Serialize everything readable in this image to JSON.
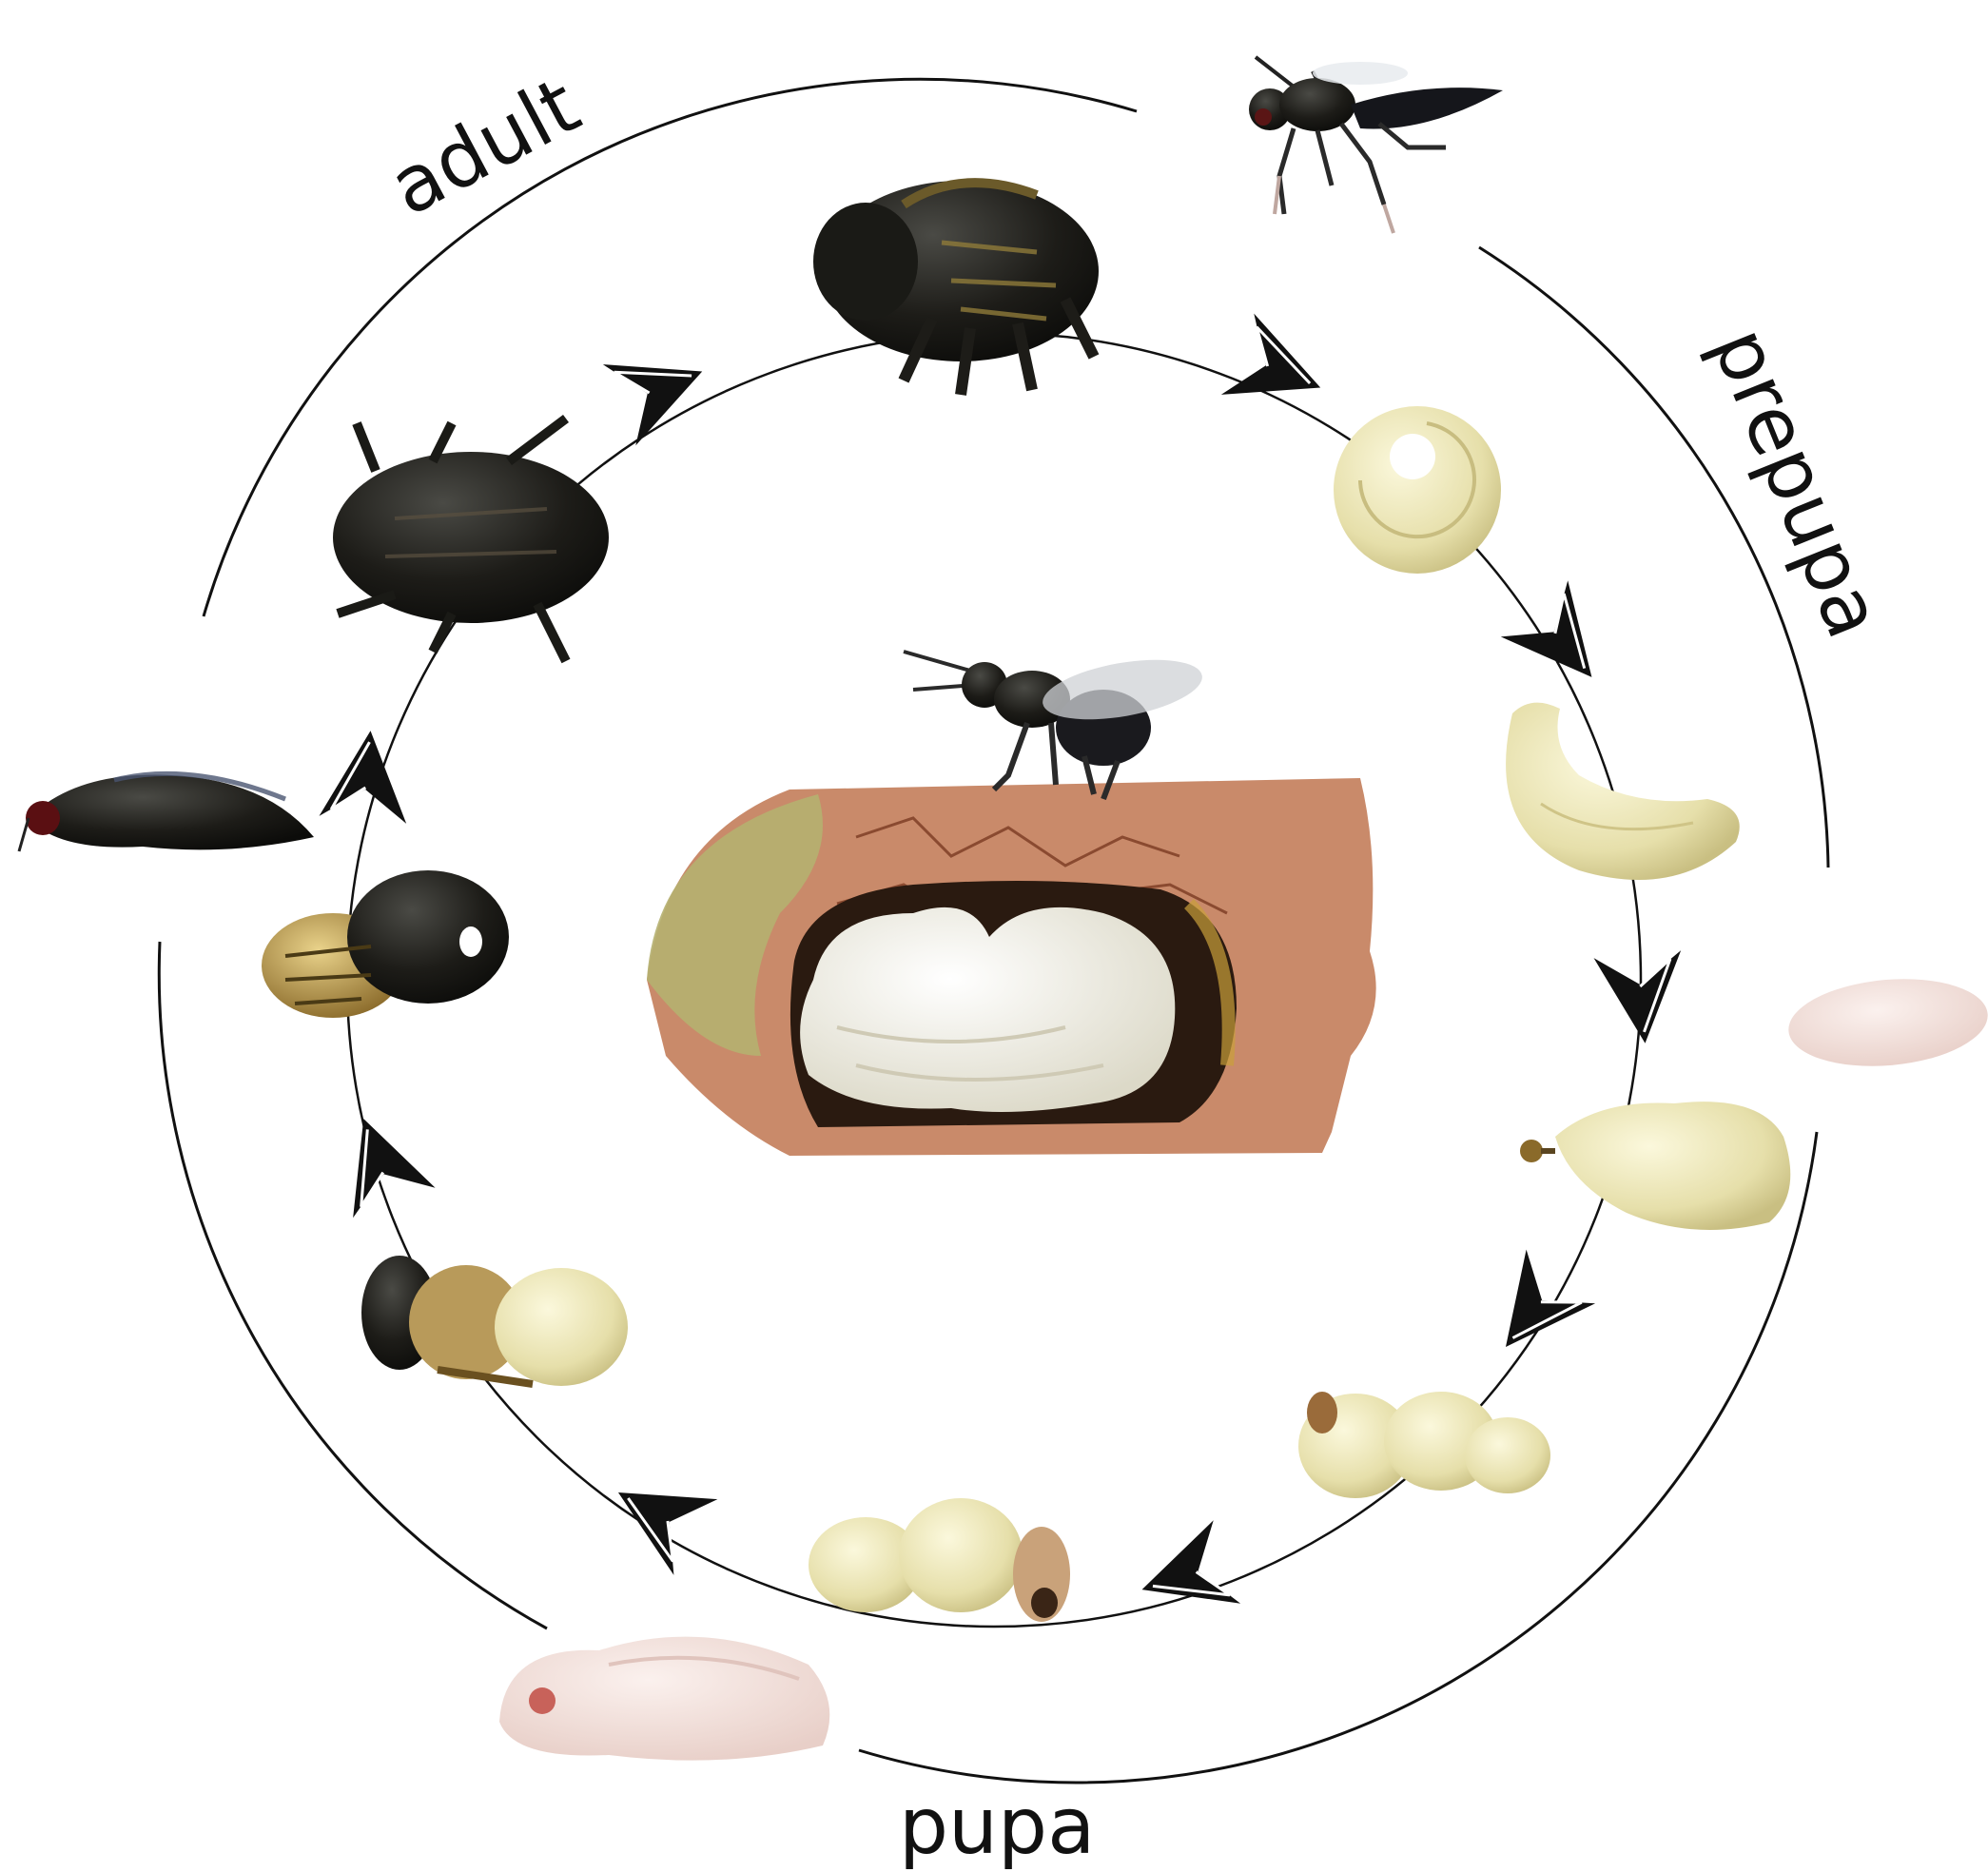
{
  "labels": {
    "adult": "adult",
    "prepupa": "prepupa",
    "pupa": "pupa"
  },
  "colors": {
    "background": "#ffffff",
    "line": "#111111",
    "larva_cream": "#ece7b8",
    "pupa_pink": "#f3e0dc",
    "bee_black": "#1c1a16",
    "wasp_black": "#14161c",
    "cell_leaf": "#c98a6a"
  },
  "specimens": {
    "wasp_adult_top": "parasitoid-wasp-adult",
    "wasp_adult_left": "parasitoid-wasp-adult-side",
    "wasp_prepupa": "parasitoid-wasp-prepupa",
    "wasp_pupa": "parasitoid-wasp-pupa",
    "wasp_on_cell": "parasitoid-wasp-ovipositing",
    "bee_adult": "host-bee-adult",
    "bee_dark": "host-bee-dark",
    "bee_pupa_late": "host-bee-pupa-late",
    "bee_pupa_mid": "host-bee-pupa-mid",
    "larva_curled": "host-larva-curled",
    "larva_crescent": "host-larva-crescent",
    "larva_shrunk": "host-larva-shrunk",
    "larva_pupating_1": "host-larva-pupating-1",
    "larva_pupating_2": "host-larva-pupating-2",
    "larva_pupating_3": "host-larva-pupating-3",
    "brood_cell": "leaf-brood-cell-with-larva"
  }
}
